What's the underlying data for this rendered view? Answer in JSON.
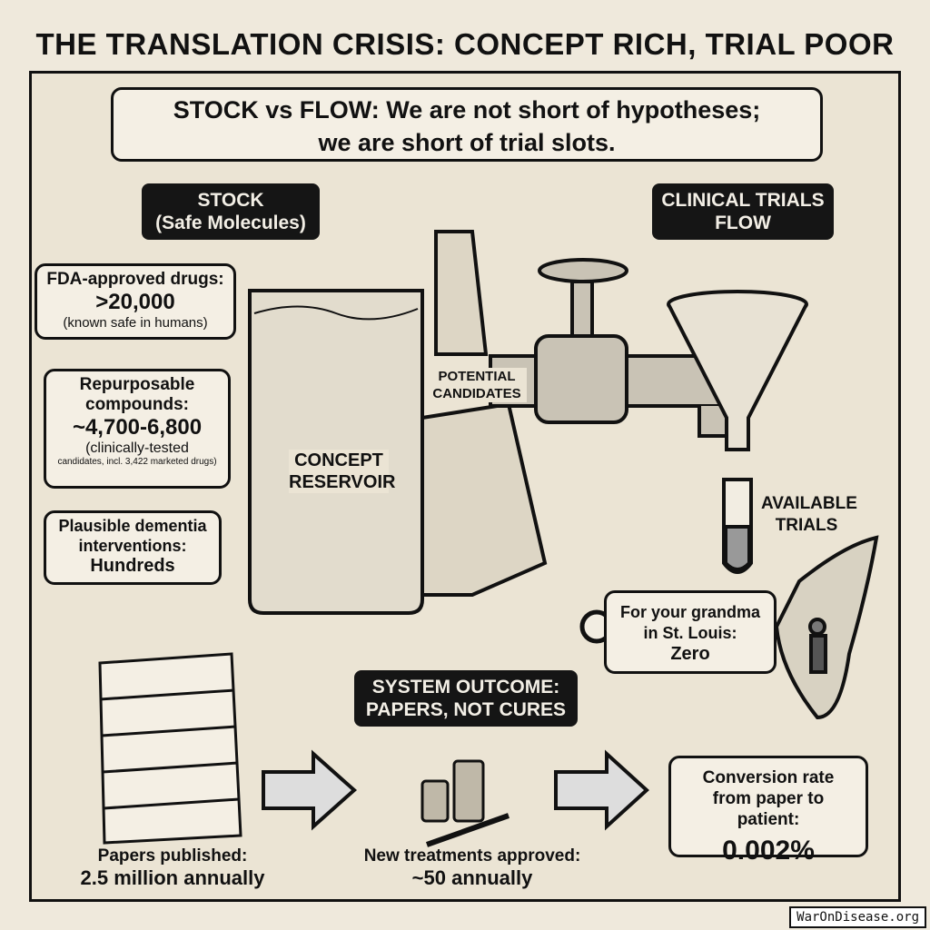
{
  "title": "THE TRANSLATION CRISIS: CONCEPT RICH, TRIAL POOR",
  "headline": {
    "line1": "STOCK vs FLOW: We are not short of hypotheses;",
    "line2": "we are short of trial slots."
  },
  "stock": {
    "line1": "STOCK",
    "line2": "(Safe Molecules)"
  },
  "flow": {
    "line1": "CLINICAL TRIALS",
    "line2": "FLOW"
  },
  "callouts": [
    {
      "label": "FDA-approved drugs:",
      "value": ">20,000",
      "note": "(known safe in humans)"
    },
    {
      "label": "Repurposable compounds:",
      "value": "~4,700-6,800",
      "note": "(clinically-tested",
      "note2": "candidates, incl. 3,422 marketed drugs)"
    },
    {
      "label": "Plausible dementia interventions:",
      "value": "Hundreds"
    }
  ],
  "reservoir": "CONCEPT RESERVOIR",
  "potential": "POTENTIAL CANDIDATES",
  "available": "AVAILABLE TRIALS",
  "grandma": {
    "line1": "For your grandma",
    "line2": "in St. Louis:",
    "value": "Zero"
  },
  "outcome": {
    "line1": "SYSTEM OUTCOME:",
    "line2": "PAPERS, NOT CURES"
  },
  "papers": {
    "label": "Papers published:",
    "value": "2.5 million annually"
  },
  "treatments": {
    "label": "New treatments approved:",
    "value": "~50 annually"
  },
  "conversion": {
    "label": "Conversion rate from paper to patient:",
    "value": "0.002%"
  },
  "watermark": "WarOnDisease.org"
}
